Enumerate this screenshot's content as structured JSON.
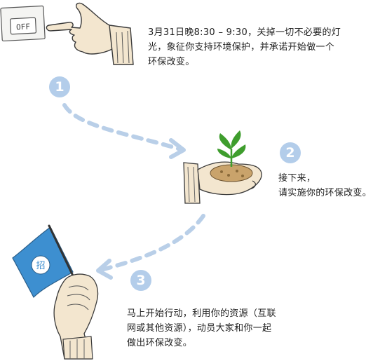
{
  "switch": {
    "label": "OFF"
  },
  "flag": {
    "glyph": "招"
  },
  "steps": [
    {
      "number": "1",
      "text": "3月31日晚8:30 – 9:30，关掉一切不必要的灯\n光，象征你支持环境保护，并承诺开始做一个\n环保改变。"
    },
    {
      "number": "2",
      "text": "接下来，\n请实施你的环保改变。"
    },
    {
      "number": "3",
      "text": "马上开始行动，利用你的资源（互联\n网或其他资源），动员大家和你一起\n做出环保改变。"
    }
  ],
  "colors": {
    "step_circle": "#b3cdea",
    "dashed_arrow": "#b9cfe8",
    "flag": "#3d8fd0",
    "leaf": "#3e9d2d",
    "soil": "#c9a36b",
    "skin": "#f3e6cf",
    "outline": "#3a3a3a"
  }
}
